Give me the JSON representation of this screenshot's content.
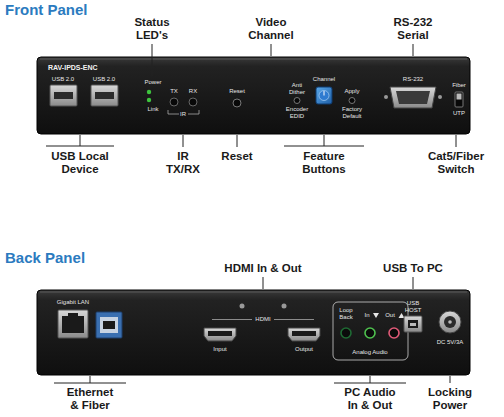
{
  "diagram": {
    "labels": [
      "Front Panel",
      "Status LED's",
      "Video Channel",
      "RS-232 Serial",
      "RAV-IPDS-ENC",
      "USB 2.0",
      "USB 2.0",
      "Power",
      "Link",
      "TX",
      "RX",
      "IR",
      "Reset",
      "Anti Dither",
      "Encoder EDID",
      "Channel",
      "Apply",
      "Factory Default",
      "RS-232",
      "Fiber",
      "UTP",
      "USB Local Device",
      "IR TX/RX",
      "Reset",
      "Feature Buttons",
      "Cat5/Fiber Switch",
      "Back Panel",
      "HDMI In & Out",
      "USB To PC",
      "Gigabit LAN",
      "HDMI",
      "Input",
      "Output",
      "Loop Back",
      "In",
      "Out",
      "Analog Audio",
      "USB HOST",
      "DC 5V/3A",
      "Ethernet & Fiber",
      "PC Audio In & Out",
      "Locking Power"
    ]
  }
}
